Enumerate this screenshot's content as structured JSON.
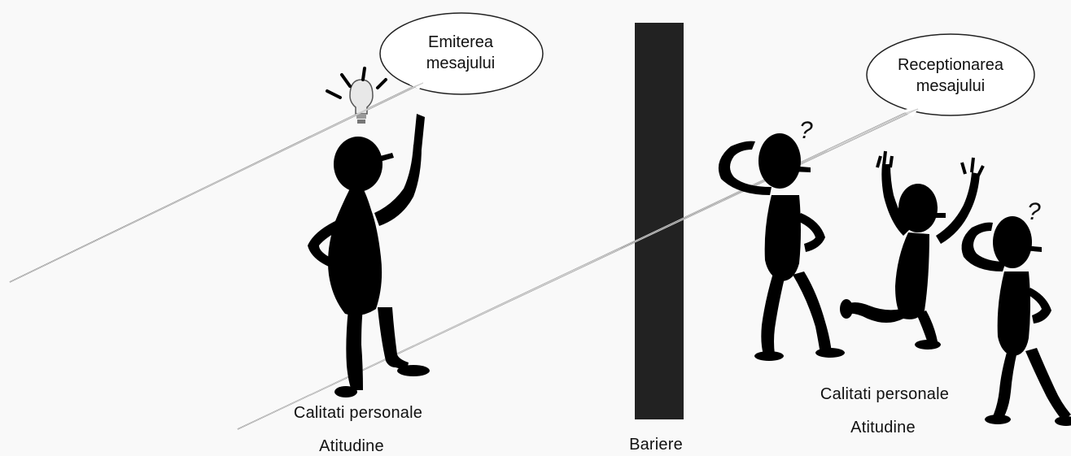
{
  "sender": {
    "bubble_line1": "Emiterea",
    "bubble_line2": "mesajului",
    "qualities": "Calitati personale",
    "attitude": "Atitudine"
  },
  "barrier": {
    "label": "Bariere",
    "color": "#222222"
  },
  "receiver": {
    "bubble_line1": "Receptionarea",
    "bubble_line2": "mesajului",
    "qualities": "Calitati personale",
    "attitude": "Atitudine",
    "question_mark": "?"
  },
  "colors": {
    "background": "#f9f9f9",
    "figure": "#000000",
    "bubble_fill": "#ffffff",
    "lightbulb": "#e8e8e8"
  },
  "icons": [
    "lightbulb-icon",
    "question-mark-icon",
    "speech-bubble-icon"
  ]
}
